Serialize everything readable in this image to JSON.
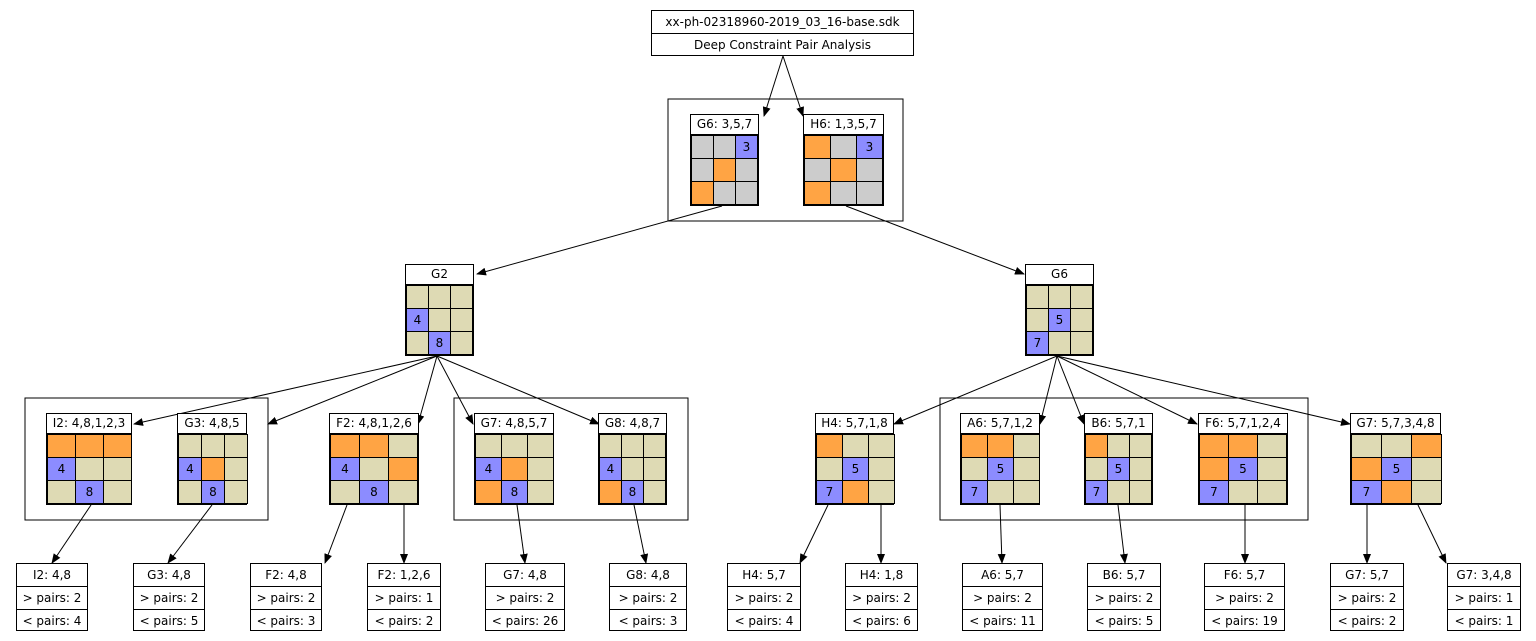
{
  "header": {
    "filename": "xx-ph-02318960-2019_03_16-base.sdk",
    "subtitle": "Deep Constraint Pair Analysis"
  },
  "colors": {
    "grid_default": "#DEDAB4",
    "grid_gray": "#CCCCCC",
    "candidate": "#8C8CFF",
    "pair": "#FFA444"
  },
  "top_pair": [
    {
      "label": "G6: 3,5,7",
      "cells": [
        "g",
        "g",
        "b3",
        "g",
        "o",
        "g",
        "o",
        "g",
        "g"
      ]
    },
    {
      "label": "H6: 1,3,5,7",
      "cells": [
        "o",
        "g",
        "b3",
        "g",
        "o",
        "g",
        "o",
        "g",
        "g"
      ]
    }
  ],
  "branches": [
    {
      "label": "G2",
      "cells": [
        "y",
        "y",
        "y",
        "b4",
        "y",
        "y",
        "y",
        "b8",
        "y"
      ]
    },
    {
      "label": "G6",
      "cells": [
        "y",
        "y",
        "y",
        "y",
        "b5",
        "y",
        "b7",
        "y",
        "y"
      ]
    }
  ],
  "level2": [
    {
      "label": "I2: 4,8,1,2,3",
      "cells": [
        "o",
        "o",
        "o",
        "b4",
        "y",
        "y",
        "y",
        "b8",
        "y"
      ]
    },
    {
      "label": "G3: 4,8,5",
      "cells": [
        "y",
        "y",
        "y",
        "b4",
        "o",
        "y",
        "y",
        "b8",
        "y"
      ]
    },
    {
      "label": "F2: 4,8,1,2,6",
      "cells": [
        "o",
        "o",
        "y",
        "b4",
        "y",
        "o",
        "y",
        "b8",
        "y"
      ]
    },
    {
      "label": "G7: 4,8,5,7",
      "cells": [
        "y",
        "y",
        "y",
        "b4",
        "o",
        "y",
        "o",
        "b8",
        "y"
      ]
    },
    {
      "label": "G8: 4,8,7",
      "cells": [
        "y",
        "y",
        "y",
        "b4",
        "y",
        "y",
        "o",
        "b8",
        "y"
      ]
    },
    {
      "label": "H4: 5,7,1,8",
      "cells": [
        "o",
        "y",
        "y",
        "y",
        "b5",
        "y",
        "b7",
        "o",
        "y"
      ]
    },
    {
      "label": "A6: 5,7,1,2",
      "cells": [
        "o",
        "o",
        "y",
        "y",
        "b5",
        "y",
        "b7",
        "y",
        "y"
      ]
    },
    {
      "label": "B6: 5,7,1",
      "cells": [
        "o",
        "y",
        "y",
        "y",
        "b5",
        "y",
        "b7",
        "y",
        "y"
      ]
    },
    {
      "label": "F6: 5,7,1,2,4",
      "cells": [
        "o",
        "o",
        "y",
        "o",
        "b5",
        "y",
        "b7",
        "y",
        "y"
      ]
    },
    {
      "label": "G7: 5,7,3,4,8",
      "cells": [
        "y",
        "y",
        "o",
        "o",
        "b5",
        "y",
        "b7",
        "o",
        "y"
      ]
    }
  ],
  "leaves": [
    {
      "title": "I2: 4,8",
      "gt": "> pairs: 2",
      "lt": "< pairs: 4"
    },
    {
      "title": "G3: 4,8",
      "gt": "> pairs: 2",
      "lt": "< pairs: 5"
    },
    {
      "title": "F2: 4,8",
      "gt": "> pairs: 2",
      "lt": "< pairs: 3"
    },
    {
      "title": "F2: 1,2,6",
      "gt": "> pairs: 1",
      "lt": "< pairs: 2"
    },
    {
      "title": "G7: 4,8",
      "gt": "> pairs: 2",
      "lt": "< pairs: 26"
    },
    {
      "title": "G8: 4,8",
      "gt": "> pairs: 2",
      "lt": "< pairs: 3"
    },
    {
      "title": "H4: 5,7",
      "gt": "> pairs: 2",
      "lt": "< pairs: 4"
    },
    {
      "title": "H4: 1,8",
      "gt": "> pairs: 2",
      "lt": "< pairs: 6"
    },
    {
      "title": "A6: 5,7",
      "gt": "> pairs: 2",
      "lt": "< pairs: 11"
    },
    {
      "title": "B6: 5,7",
      "gt": "> pairs: 2",
      "lt": "< pairs: 5"
    },
    {
      "title": "F6: 5,7",
      "gt": "> pairs: 2",
      "lt": "< pairs: 19"
    },
    {
      "title": "G7: 5,7",
      "gt": "> pairs: 2",
      "lt": "< pairs: 2"
    },
    {
      "title": "G7: 3,4,8",
      "gt": "> pairs: 1",
      "lt": "< pairs: 1"
    }
  ]
}
